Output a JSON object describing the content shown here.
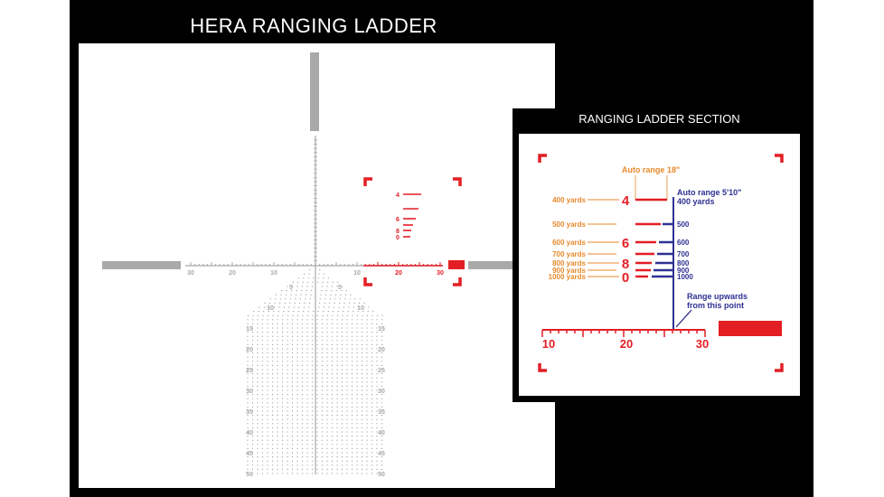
{
  "title": "HERA RANGING LADDER",
  "section_title": "RANGING LADDER SECTION",
  "colors": {
    "red": "#e31e24",
    "gray": "#a9a9a9",
    "orange": "#e8892b",
    "blue": "#2e3192"
  },
  "reticle": {
    "h_labels": [
      "30",
      "20",
      "10",
      "10",
      "20",
      "30"
    ],
    "v_labels": [
      "5",
      "10",
      "15",
      "20",
      "25",
      "30",
      "35",
      "40",
      "45",
      "50"
    ],
    "ladder_labels": [
      "4",
      "6",
      "8",
      "0"
    ]
  },
  "section": {
    "auto_range_18": "Auto range 18\"",
    "auto_range_5_10": "Auto range 5'10\"",
    "auto_400": "400 yards",
    "range_note_1": "Range upwards",
    "range_note_2": "from this point",
    "rows": [
      {
        "yards": "400 yards",
        "num": "4",
        "blue": ""
      },
      {
        "yards": "500 yards",
        "num": "",
        "blue": "500"
      },
      {
        "yards": "600 yards",
        "num": "6",
        "blue": "600"
      },
      {
        "yards": "700 yards",
        "num": "",
        "blue": "700"
      },
      {
        "yards": "800 yards",
        "num": "8",
        "blue": "800"
      },
      {
        "yards": "900 yards",
        "num": "",
        "blue": "900"
      },
      {
        "yards": "1000 yards",
        "num": "0",
        "blue": "1000"
      }
    ],
    "scale_labels": [
      "10",
      "20",
      "30"
    ]
  }
}
